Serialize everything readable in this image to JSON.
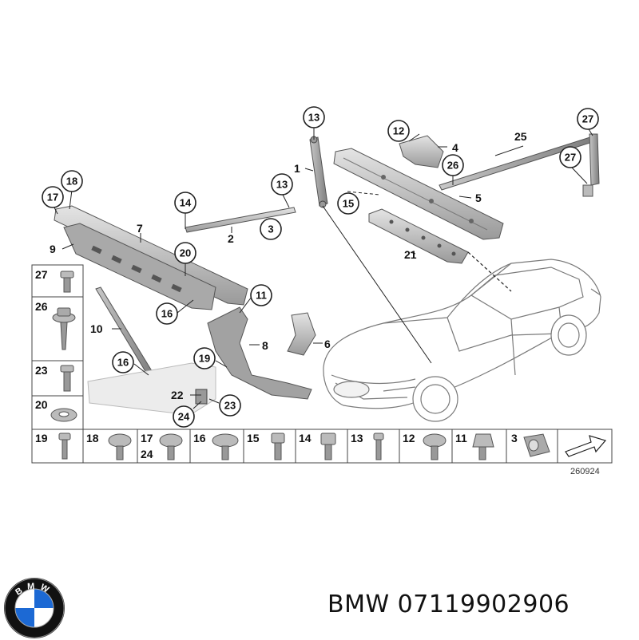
{
  "diagram": {
    "labels": {
      "p1": "1",
      "p2": "2",
      "p3": "3",
      "p4": "4",
      "p5": "5",
      "p6": "6",
      "p7": "7",
      "p8": "8",
      "p9": "9",
      "p10": "10",
      "p11": "11",
      "p12": "12",
      "p13a": "13",
      "p13b": "13",
      "p14": "14",
      "p15": "15",
      "p16a": "16",
      "p16b": "16",
      "p17": "17",
      "p18": "18",
      "p19": "19",
      "p20": "20",
      "p21": "21",
      "p22": "22",
      "p23": "23",
      "p24": "24",
      "p25": "25",
      "p26": "26",
      "p27a": "27",
      "p27b": "27"
    },
    "fastener_grid": {
      "left_column": [
        "27",
        "26",
        "23",
        "20"
      ],
      "bottom_row": [
        "19",
        "18",
        "17",
        "16",
        "15",
        "14",
        "13",
        "12",
        "11",
        "3"
      ],
      "bottom_row_sub": "24"
    },
    "reference_number": "260924"
  },
  "caption": {
    "brand": "BMW",
    "part_number": "07119902906",
    "text": "BMW 07119902906"
  },
  "logo": {
    "icon": "bmw-roundel-icon",
    "letters": "BMW",
    "colors": {
      "blue": "#1c69d4",
      "white": "#ffffff",
      "ring": "#111111"
    }
  }
}
